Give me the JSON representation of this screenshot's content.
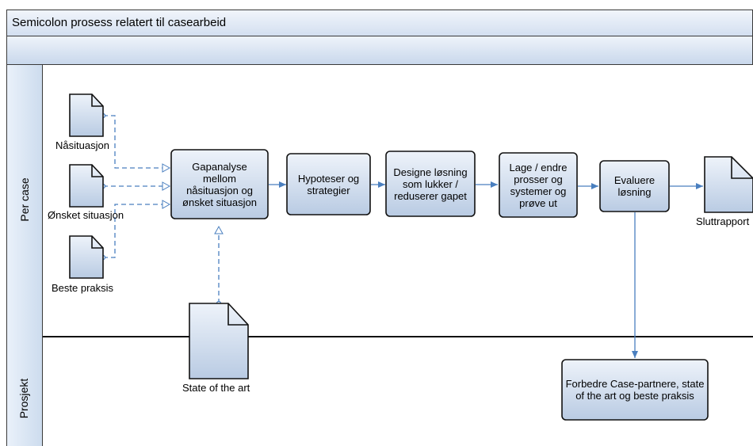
{
  "title": "Semicolon prosess relatert til casearbeid",
  "lanes": {
    "per_case": "Per case",
    "prosjekt": "Prosjekt"
  },
  "documents": {
    "nasituasjon": "Nåsituasjon",
    "onsket": "Ønsket situasjon",
    "beste": "Beste praksis",
    "state": "State of the art",
    "sluttrapport": "Sluttrapport"
  },
  "processes": {
    "gap": "Gapanalyse mellom nåsituasjon og ønsket situasjon",
    "hypoteser": "Hypoteser og strategier",
    "designe": "Designe løsning som lukker / reduserer gapet",
    "lage": "Lage / endre prosser og systemer og prøve ut",
    "evaluere": "Evaluere løsning",
    "forbedre": "Forbedre Case-partnere, state of the art og beste praksis"
  },
  "colors": {
    "fill_top": "#eef3fa",
    "fill_bottom": "#b9cbe3",
    "stroke": "#111111",
    "connector": "#4a7fbf"
  }
}
